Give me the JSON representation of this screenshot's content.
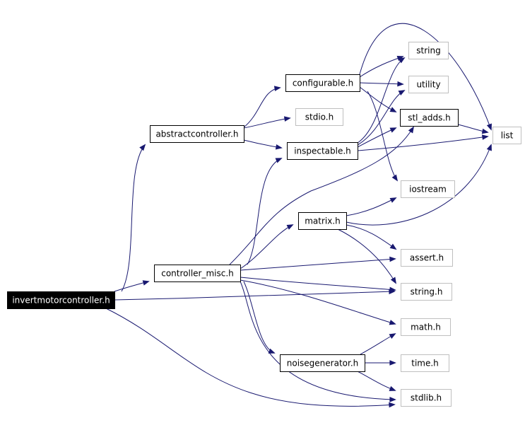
{
  "colors": {
    "edge": "#191970",
    "node_border_local": "#000000",
    "node_border_system": "#bfbfbf",
    "root_fill": "#000000",
    "root_text": "#ffffff",
    "node_fill": "#ffffff",
    "node_text": "#000000"
  },
  "nodes": {
    "invertmotorcontroller": {
      "label": "invertmotorcontroller.h",
      "kind": "root"
    },
    "abstractcontroller": {
      "label": "abstractcontroller.h",
      "kind": "local"
    },
    "controller_misc": {
      "label": "controller_misc.h",
      "kind": "local"
    },
    "configurable": {
      "label": "configurable.h",
      "kind": "local"
    },
    "inspectable": {
      "label": "inspectable.h",
      "kind": "local"
    },
    "stl_adds": {
      "label": "stl_adds.h",
      "kind": "local"
    },
    "matrix": {
      "label": "matrix.h",
      "kind": "local"
    },
    "noisegenerator": {
      "label": "noisegenerator.h",
      "kind": "local"
    },
    "stdio": {
      "label": "stdio.h",
      "kind": "system"
    },
    "string": {
      "label": "string",
      "kind": "system"
    },
    "utility": {
      "label": "utility",
      "kind": "system"
    },
    "list": {
      "label": "list",
      "kind": "system"
    },
    "iostream": {
      "label": "iostream",
      "kind": "system"
    },
    "assert": {
      "label": "assert.h",
      "kind": "system"
    },
    "string_h": {
      "label": "string.h",
      "kind": "system"
    },
    "math": {
      "label": "math.h",
      "kind": "system"
    },
    "time": {
      "label": "time.h",
      "kind": "system"
    },
    "stdlib": {
      "label": "stdlib.h",
      "kind": "system"
    }
  },
  "edges": [
    {
      "from": "invertmotorcontroller",
      "to": "abstractcontroller"
    },
    {
      "from": "invertmotorcontroller",
      "to": "controller_misc"
    },
    {
      "from": "invertmotorcontroller",
      "to": "string_h"
    },
    {
      "from": "invertmotorcontroller",
      "to": "stdlib"
    },
    {
      "from": "abstractcontroller",
      "to": "configurable"
    },
    {
      "from": "abstractcontroller",
      "to": "stdio"
    },
    {
      "from": "abstractcontroller",
      "to": "inspectable"
    },
    {
      "from": "configurable",
      "to": "string"
    },
    {
      "from": "configurable",
      "to": "utility"
    },
    {
      "from": "configurable",
      "to": "stl_adds"
    },
    {
      "from": "configurable",
      "to": "list"
    },
    {
      "from": "configurable",
      "to": "iostream"
    },
    {
      "from": "inspectable",
      "to": "string"
    },
    {
      "from": "inspectable",
      "to": "utility"
    },
    {
      "from": "inspectable",
      "to": "stl_adds"
    },
    {
      "from": "inspectable",
      "to": "list"
    },
    {
      "from": "stl_adds",
      "to": "list"
    },
    {
      "from": "controller_misc",
      "to": "inspectable"
    },
    {
      "from": "controller_misc",
      "to": "stl_adds"
    },
    {
      "from": "controller_misc",
      "to": "matrix"
    },
    {
      "from": "controller_misc",
      "to": "assert"
    },
    {
      "from": "controller_misc",
      "to": "string_h"
    },
    {
      "from": "controller_misc",
      "to": "math"
    },
    {
      "from": "controller_misc",
      "to": "noisegenerator"
    },
    {
      "from": "controller_misc",
      "to": "stdlib"
    },
    {
      "from": "matrix",
      "to": "iostream"
    },
    {
      "from": "matrix",
      "to": "list"
    },
    {
      "from": "matrix",
      "to": "assert"
    },
    {
      "from": "matrix",
      "to": "string_h"
    },
    {
      "from": "noisegenerator",
      "to": "math"
    },
    {
      "from": "noisegenerator",
      "to": "time"
    },
    {
      "from": "noisegenerator",
      "to": "stdlib"
    }
  ]
}
